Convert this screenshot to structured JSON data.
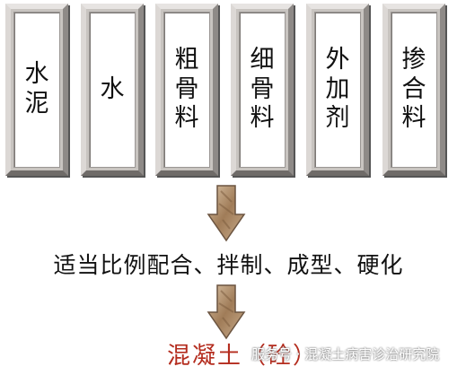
{
  "materials": [
    {
      "label": "水泥"
    },
    {
      "label": "水"
    },
    {
      "label": "粗骨料"
    },
    {
      "label": "细骨料"
    },
    {
      "label": "外加剂"
    },
    {
      "label": "掺合料"
    }
  ],
  "process_text": "适当比例配合、拌制、成型、硬化",
  "result_text": "混凝土（砼）",
  "watermark_text": "服务号 · 混凝土病害诊治研究院",
  "colors": {
    "result_text": "#b42c1e",
    "arrow_fill": "#b89a78",
    "box_frame": "#c8c4c0"
  }
}
